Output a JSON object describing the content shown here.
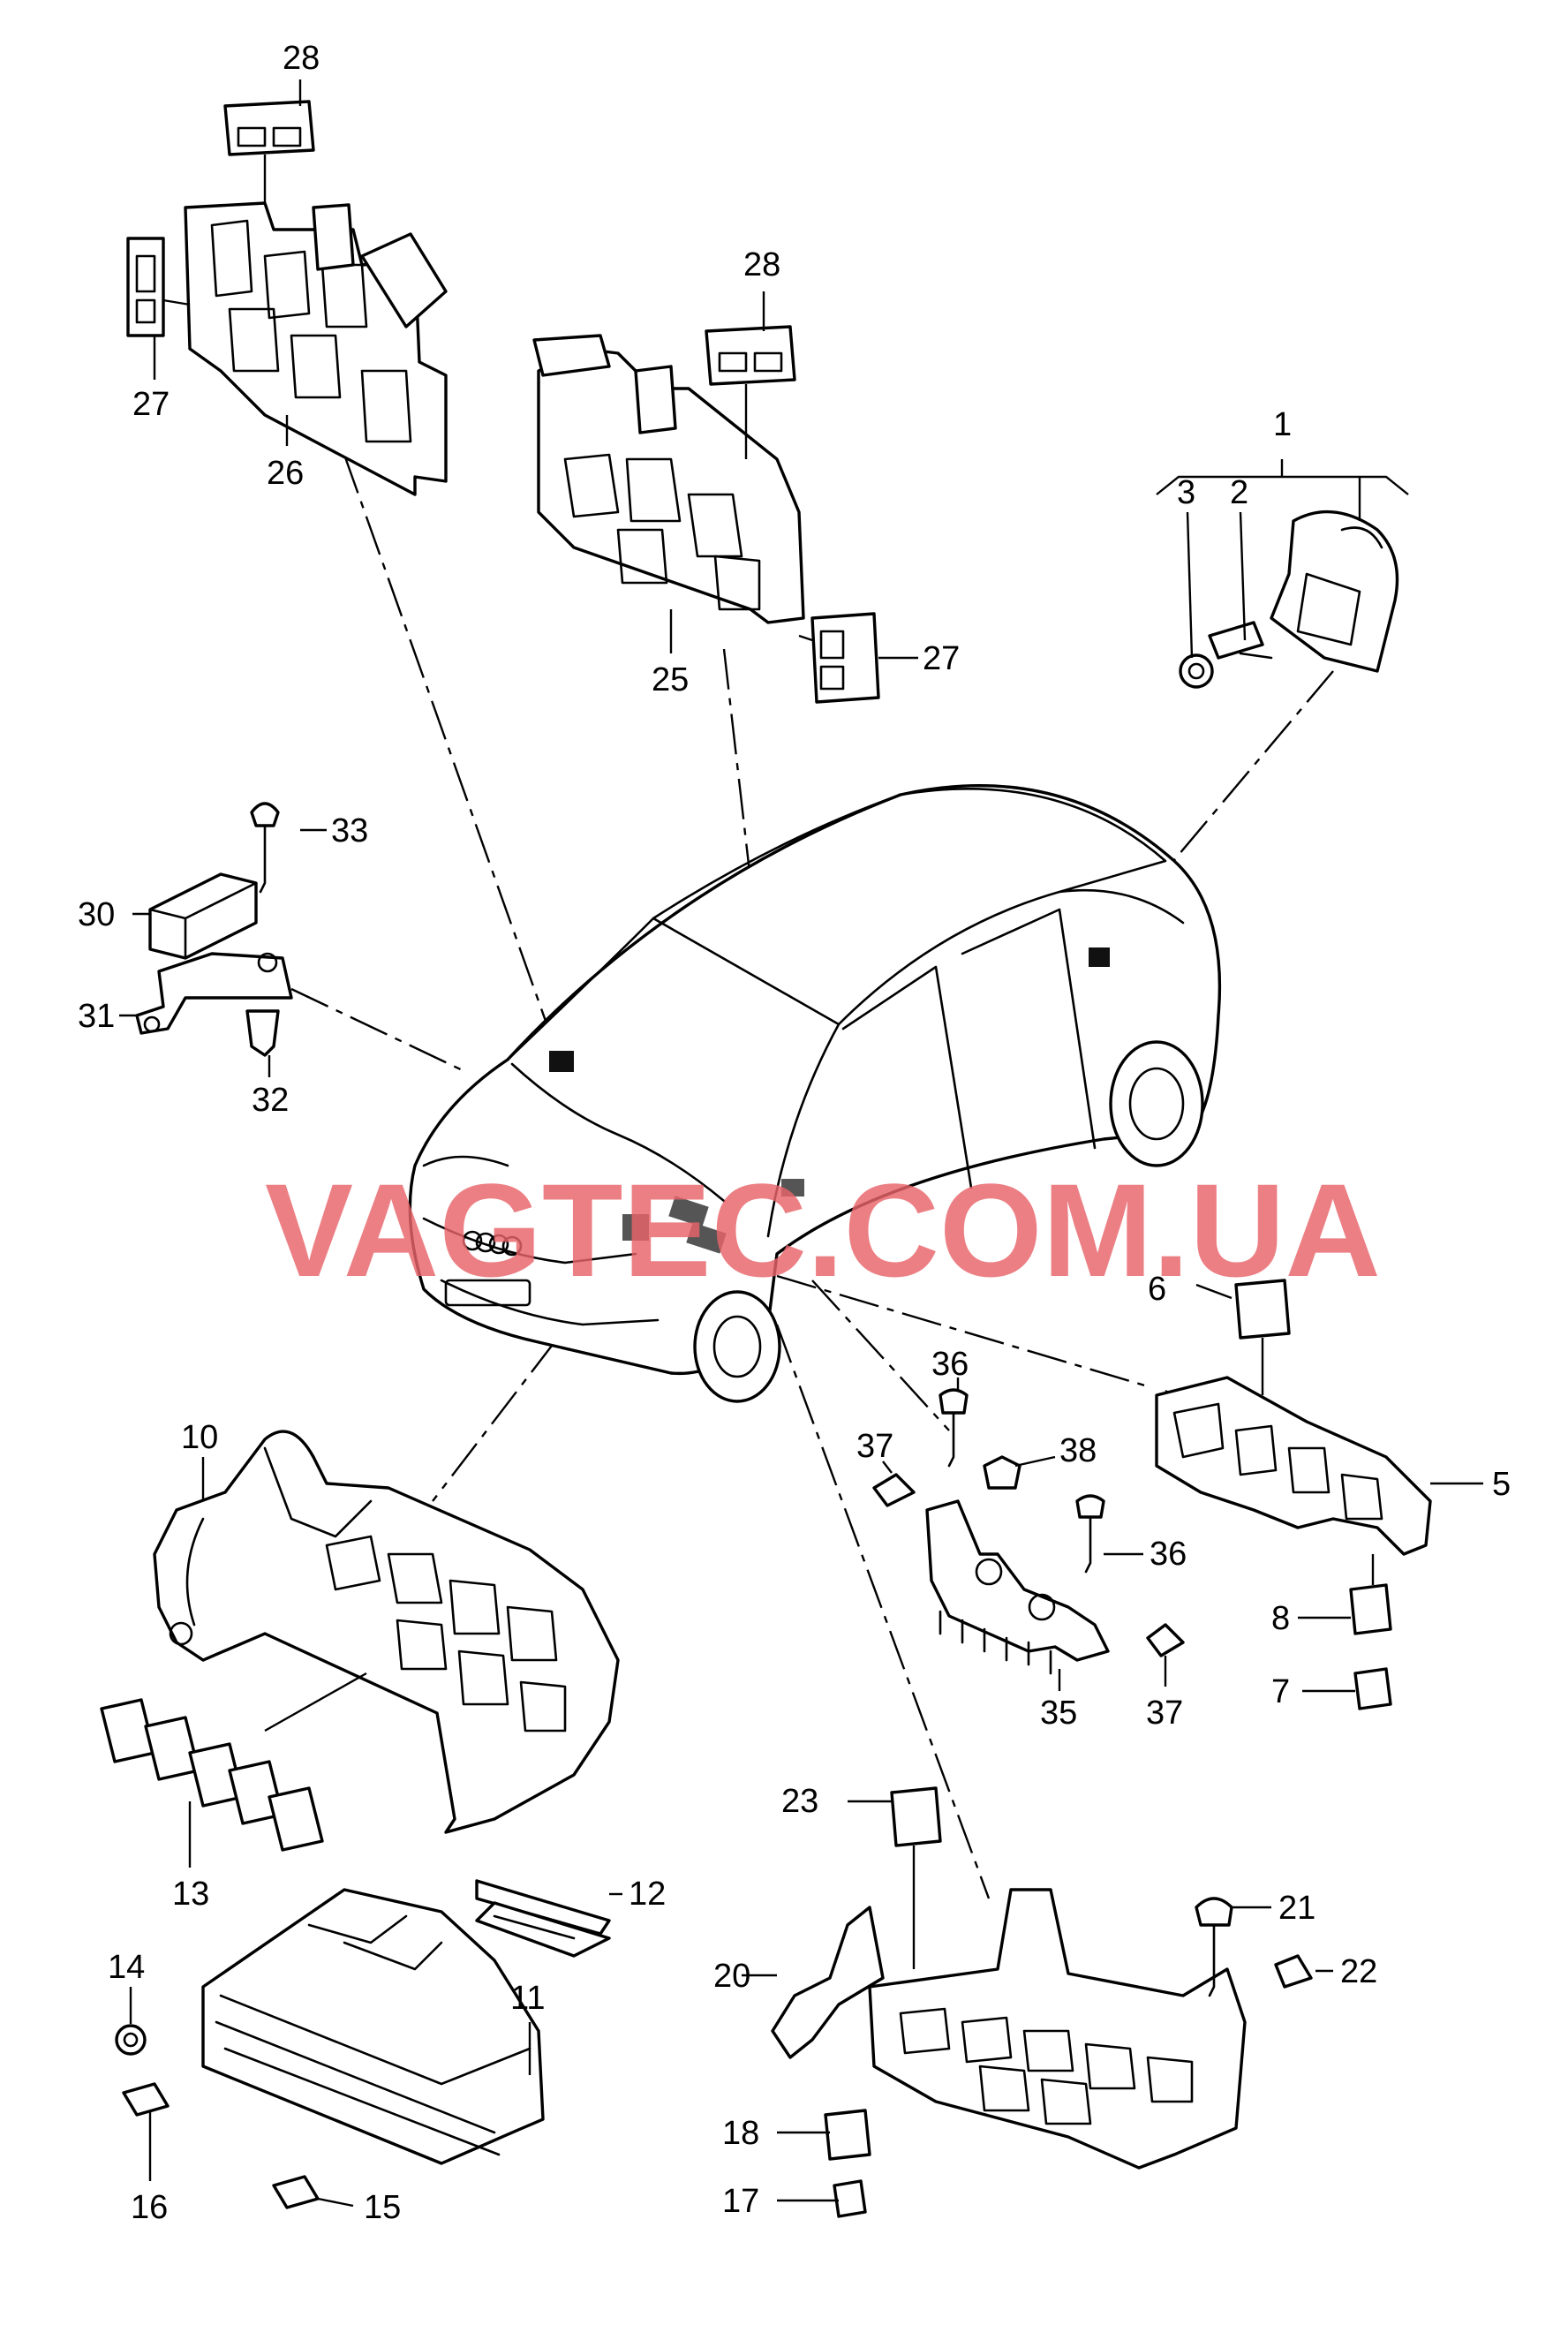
{
  "watermark": "VAGTEC.COM.UA",
  "callouts": {
    "c1": "1",
    "c2": "2",
    "c3": "3",
    "c5": "5",
    "c6": "6",
    "c7": "7",
    "c8": "8",
    "c10": "10",
    "c11": "11",
    "c12": "12",
    "c13": "13",
    "c14": "14",
    "c15": "15",
    "c16": "16",
    "c17": "17",
    "c18": "18",
    "c20": "20",
    "c21": "21",
    "c22": "22",
    "c23": "23",
    "c25": "25",
    "c26": "26",
    "c27a": "27",
    "c27b": "27",
    "c28a": "28",
    "c28b": "28",
    "c30": "30",
    "c31": "31",
    "c32": "32",
    "c33": "33",
    "c35": "35",
    "c36a": "36",
    "c36b": "36",
    "c37a": "37",
    "c37b": "37",
    "c38": "38"
  }
}
